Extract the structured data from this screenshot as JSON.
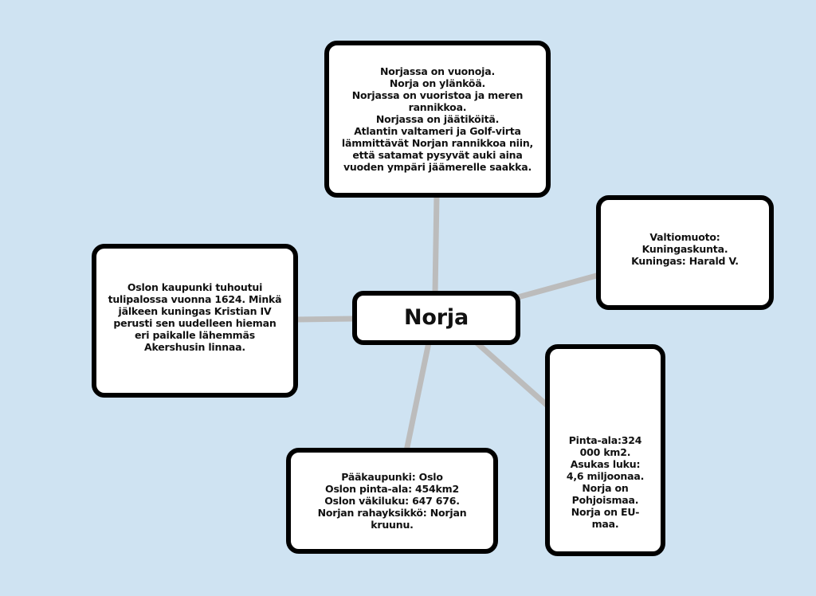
{
  "center": {
    "label": "Norja"
  },
  "nodes": {
    "geography": "Norjassa on vuonoja.\nNorja on ylänköä.\nNorjassa on vuoristoa ja meren\nrannikkoa.\nNorjassa on jäätiköitä.\nAtlantin valtameri ja Golf-virta\nlämmittävät Norjan rannikkoa niin,\nettä satamat pysyvät auki aina\nvuoden ympäri jäämerelle saakka.",
    "government": "Valtiomuoto:\nKuningaskunta.\nKuningas: Harald V.",
    "history": "Oslon kaupunki tuhoutui\ntulipalossa vuonna 1624. Minkä\njälkeen kuningas Kristian IV\nperusti sen uudelleen hieman\neri paikalle lähemmäs\nAkershusin linnaa.",
    "capital": "Pääkaupunki: Oslo\nOslon pinta-ala: 454km2\nOslon väkiluku: 647 676.\nNorjan rahayksikkö: Norjan\nkruunu.",
    "facts": "Pinta-ala:324\n000 km2.\nAsukas luku:\n4,6 miljoonaa.\nNorja on\nPohjoismaa.\nNorja on EU-\nmaa."
  },
  "colors": {
    "background": "#cfe3f2",
    "connector": "#bcbcbc",
    "border": "#000000"
  }
}
